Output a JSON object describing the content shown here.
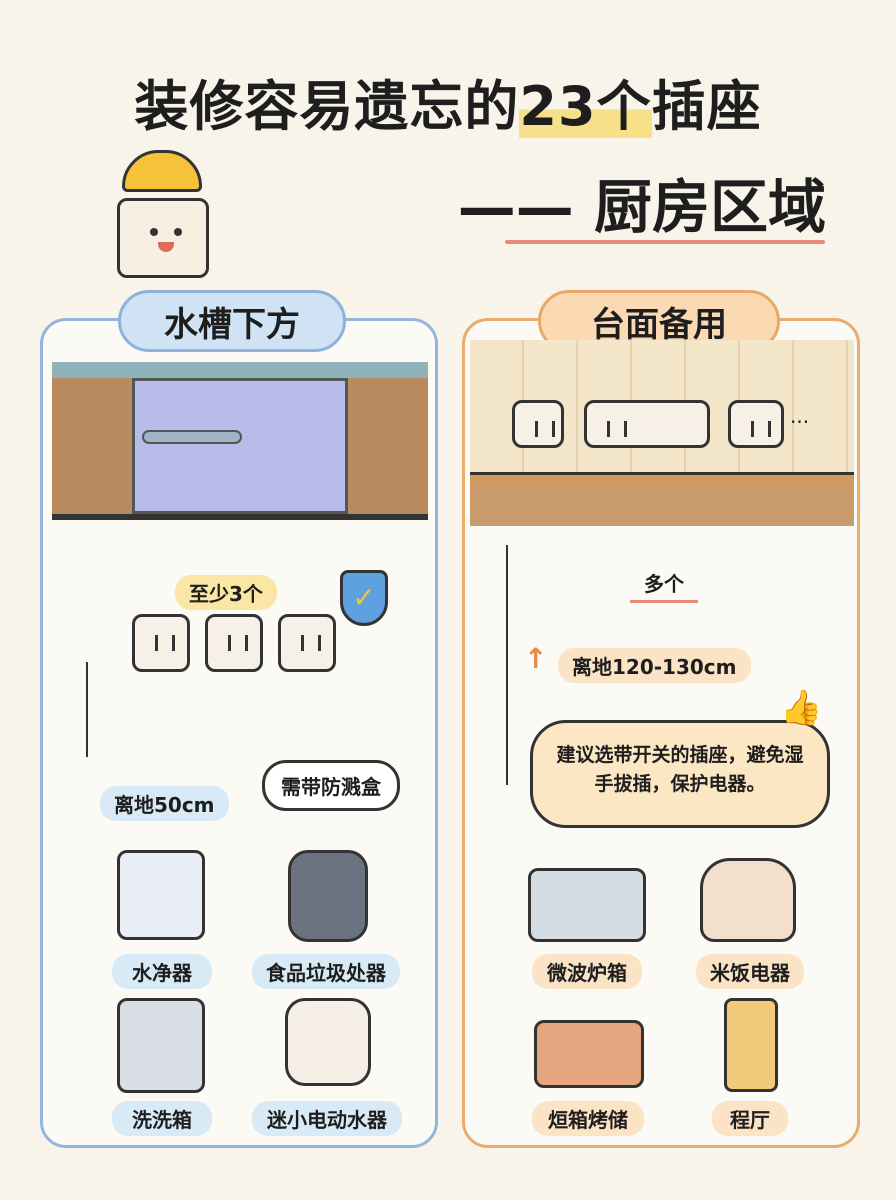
{
  "title": {
    "line1_pre": "装修容易遗忘的",
    "line1_hl": "23个",
    "line1_post": "插座",
    "line2": "—— 厨房区域"
  },
  "left": {
    "label": "水槽下方",
    "count": "至少3个",
    "height": "离地50cm",
    "note": "需带防溅盒",
    "appliances": [
      {
        "name": "水净器",
        "icon": "water-purifier-icon"
      },
      {
        "name": "食品垃圾处器",
        "icon": "garbage-disposal-icon"
      },
      {
        "name": "洗洗箱",
        "icon": "dishwasher-icon"
      },
      {
        "name": "迷小电动水器",
        "icon": "water-heater-icon"
      }
    ]
  },
  "right": {
    "label": "台面备用",
    "count": "多个",
    "height": "离地120-130cm",
    "ellipsis": "···",
    "tip": "建议选带开关的插座，避免湿手拔插，保护电器。",
    "appliances": [
      {
        "name": "微波炉箱",
        "icon": "microwave-icon"
      },
      {
        "name": "米饭电器",
        "icon": "rice-cooker-icon"
      },
      {
        "name": "烜箱烤储",
        "icon": "oven-icon"
      },
      {
        "name": "程厅",
        "icon": "blender-icon"
      }
    ]
  },
  "colors": {
    "blue": "#93b6de",
    "orange": "#e9ab6f",
    "bg": "#f8f4ea"
  }
}
